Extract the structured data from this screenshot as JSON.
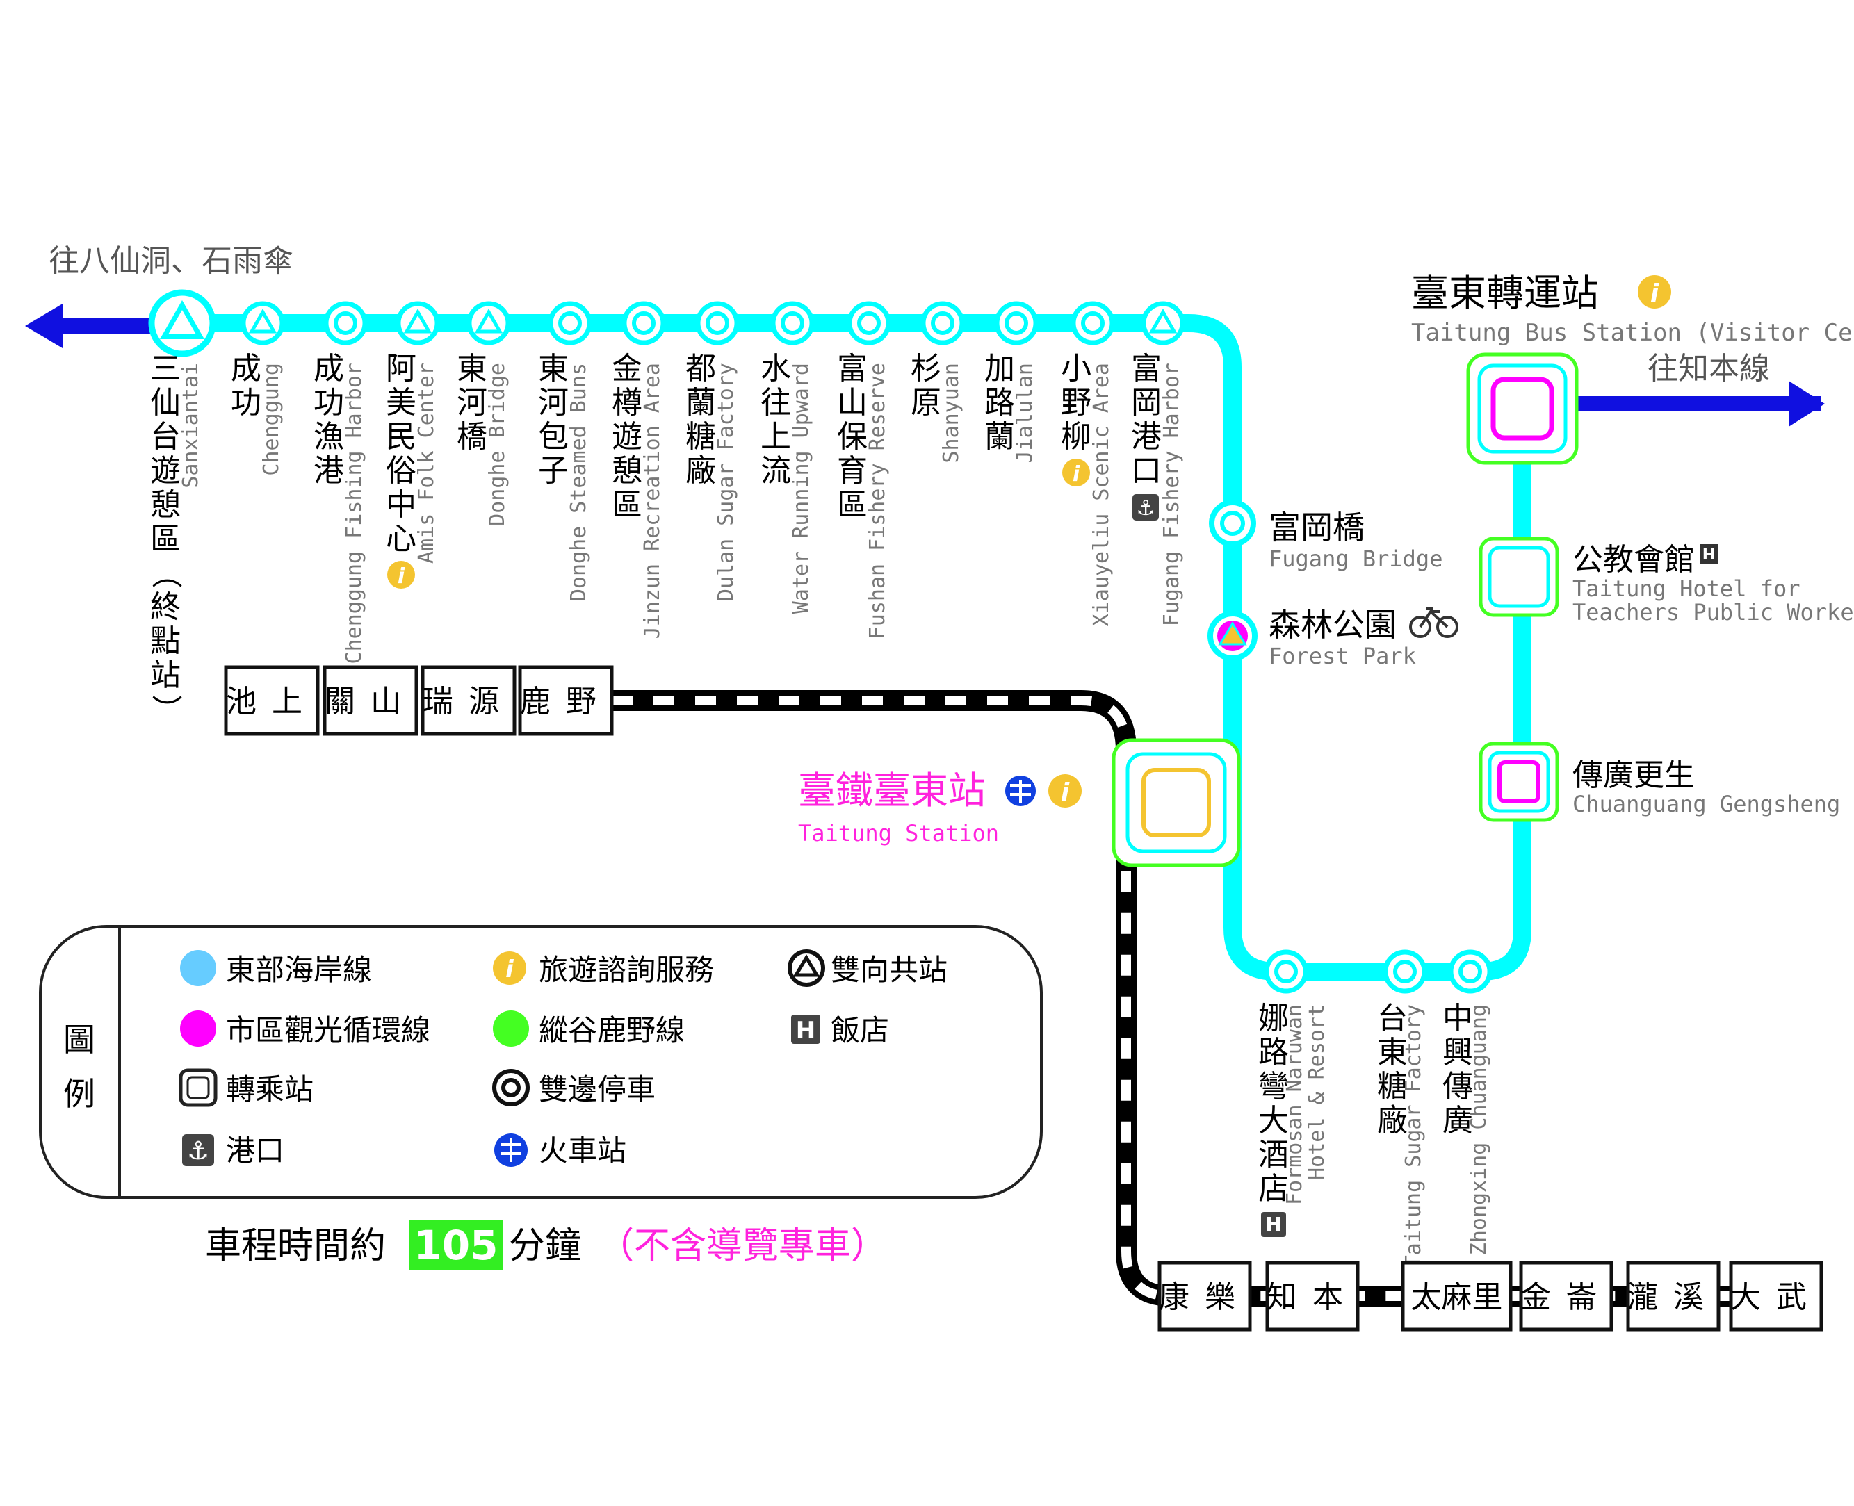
{
  "colors": {
    "east_coast_line": "#00FFFF",
    "city_loop_line": "#FF00FF",
    "valley_line": "#44FF22",
    "arrow": "#1010E0",
    "rail": "#000000",
    "station_name_magenta": "#FF22DD",
    "info_icon": "#F4C430",
    "minutes_bg": "#33EE22"
  },
  "direction_west": "往八仙洞、石雨傘",
  "direction_east": "往知本線",
  "coast_stations": [
    {
      "zh": "三仙台遊憩區（終點站）",
      "en": "Sanxiantai",
      "type": "shared"
    },
    {
      "zh": "成功",
      "en": "Chenggung",
      "type": "shared"
    },
    {
      "zh": "成功漁港",
      "en": "Chenggung Fishing Harbor",
      "type": "double"
    },
    {
      "zh": "阿美民俗中心",
      "en": "Amis Folk Center",
      "type": "shared",
      "info": true
    },
    {
      "zh": "東河橋",
      "en": "Donghe Bridge",
      "type": "shared"
    },
    {
      "zh": "東河包子",
      "en": "Donghe Steamed Buns",
      "type": "double"
    },
    {
      "zh": "金樽遊憩區",
      "en": "Jinzun Recreation Area",
      "type": "double"
    },
    {
      "zh": "都蘭糖廠",
      "en": "Dulan Sugar Factory",
      "type": "double"
    },
    {
      "zh": "水往上流",
      "en": "Water Running Upward",
      "type": "double"
    },
    {
      "zh": "富山保育區",
      "en": "Fushan Fishery Reserve",
      "type": "double"
    },
    {
      "zh": "杉原",
      "en": "Shanyuan",
      "type": "double"
    },
    {
      "zh": "加路蘭",
      "en": "Jialulan",
      "type": "double"
    },
    {
      "zh": "小野柳",
      "en": "Xiauyeliu Scenic Area",
      "type": "double",
      "info": true
    },
    {
      "zh": "富岡港口",
      "en": "Fugang Fishery Harbor",
      "type": "shared",
      "anchor": true
    }
  ],
  "vertical_stations": {
    "fugang_bridge": {
      "zh": "富岡橋",
      "en": "Fugang Bridge"
    },
    "forest_park": {
      "zh": "森林公園",
      "en": "Forest Park"
    }
  },
  "taitung_station": {
    "zh": "臺鐵臺東站",
    "en": "Taitung Station"
  },
  "bus_station": {
    "zh": "臺東轉運站",
    "en": "Taitung Bus Station (Visitor Center)"
  },
  "right_stations": {
    "teachers_hotel": {
      "zh": "公教會館",
      "en1": "Taitung Hotel for",
      "en2": "Teachers Public Workers"
    },
    "chuanguang": {
      "zh": "傳廣更生",
      "en": "Chuanguang Gengsheng"
    }
  },
  "bottom_stations": [
    {
      "zh": "娜路彎大酒店",
      "en1": "Formosan Naruwan",
      "en2": "Hotel & Resort",
      "hotel": true
    },
    {
      "zh": "台東糖廠",
      "en1": "Taitung Sugar Factory"
    },
    {
      "zh": "中興傳廣",
      "en1": "Zhongxing Chuanguang"
    }
  ],
  "rail_upper": [
    "池上",
    "關山",
    "瑞源",
    "鹿野"
  ],
  "rail_lower": [
    "康樂",
    "知本",
    "太麻里",
    "金崙",
    "瀧溪",
    "大武"
  ],
  "legend": {
    "title": "圖例",
    "items": {
      "east_coast": "東部海岸線",
      "info": "旅遊諮詢服務",
      "shared": "雙向共站",
      "city_loop": "市區觀光循環線",
      "valley": "縱谷鹿野線",
      "hotel": "飯店",
      "transfer": "轉乘站",
      "double": "雙邊停車",
      "harbor": "港口",
      "train": "火車站"
    }
  },
  "travel_time": {
    "prefix": "車程時間約",
    "minutes": "105",
    "suffix": "分鐘",
    "note": "（不含導覽專車）"
  }
}
